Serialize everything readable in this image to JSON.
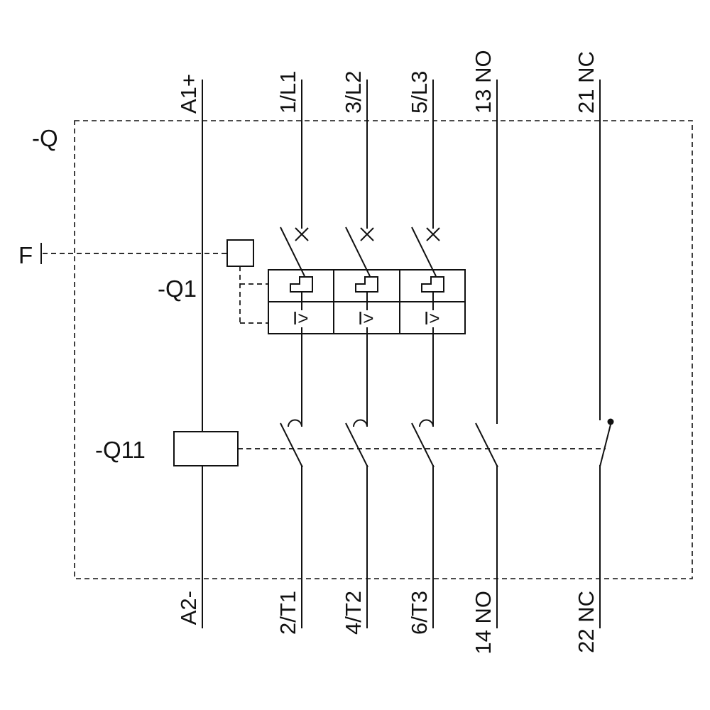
{
  "device": {
    "ref": "-Q",
    "external_trip_ref": "F",
    "trip_unit_ref": "-Q1",
    "coil_ref": "-Q11"
  },
  "terminals": {
    "top": [
      "A1+",
      "1/L1",
      "3/L2",
      "5/L3",
      "13 NO",
      "21 NC"
    ],
    "bottom": [
      "A2-",
      "2/T1",
      "4/T2",
      "6/T3",
      "14 NO",
      "22 NC"
    ]
  },
  "trip": {
    "cells": [
      "I>",
      "I>",
      "I>"
    ]
  },
  "colors": {
    "stroke": "#111111",
    "background": "#ffffff"
  }
}
